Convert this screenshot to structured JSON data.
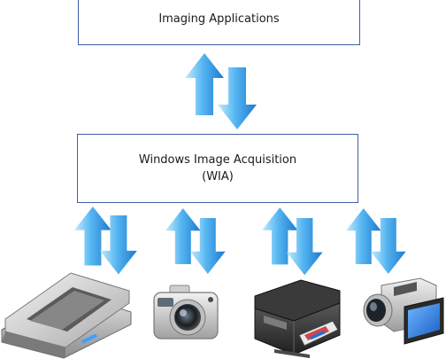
{
  "diagram": {
    "top_box_label": "Imaging Applications",
    "middle_box_label_line1": "Windows Image Acquisition",
    "middle_box_label_line2": "(WIA)",
    "devices": [
      {
        "icon": "flatbed-scanner-icon"
      },
      {
        "icon": "digital-camera-icon"
      },
      {
        "icon": "all-in-one-printer-icon"
      },
      {
        "icon": "video-camcorder-icon"
      }
    ],
    "colors": {
      "box_border": "#3f5fa8",
      "arrow_light": "#9ad6f7",
      "arrow_dark": "#1e80d6"
    }
  }
}
